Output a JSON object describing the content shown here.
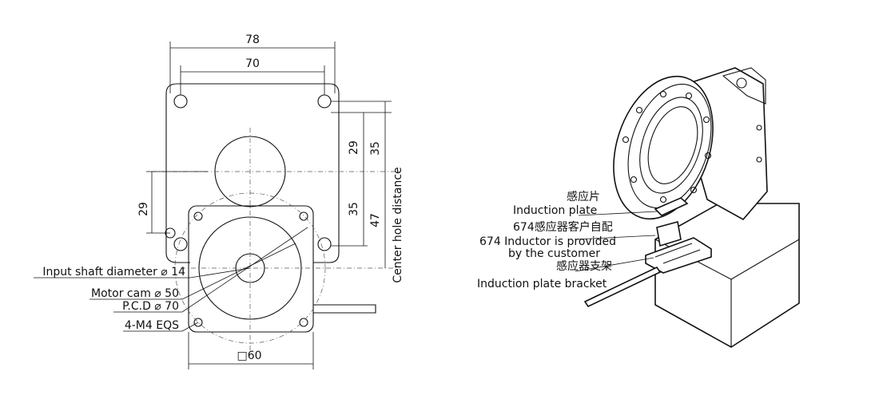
{
  "left_drawing": {
    "dims": {
      "overall_width": "78",
      "hole_width": "70",
      "upper_29": "29",
      "upper_35": "35",
      "left_29": "29",
      "lower_35": "35",
      "lower_47": "47",
      "square": "□60"
    },
    "center_hole_label": "Center hole distance",
    "callouts": {
      "input_shaft": "Input shaft diameter ⌀ 14",
      "motor_cam": "Motor cam ⌀ 50",
      "pcd": "P.C.D ⌀ 70",
      "screws": "4-M4 EQS"
    }
  },
  "right_drawing": {
    "labels": {
      "induction_plate_cn": "感应片",
      "induction_plate_en": "Induction plate",
      "inductor_cn": "674感应器客户自配",
      "inductor_en_1": "674 Inductor is provided",
      "inductor_en_2": "by the customer",
      "bracket_cn": "感应器支架",
      "bracket_en": "Induction plate bracket"
    }
  }
}
